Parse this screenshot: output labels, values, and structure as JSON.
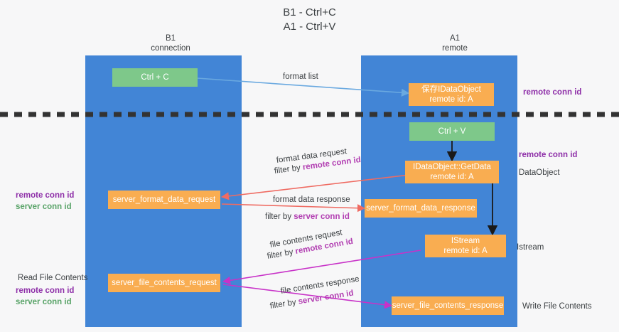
{
  "title": {
    "line1": "B1 - Ctrl+C",
    "line2": "A1 - Ctrl+V"
  },
  "lanes": [
    {
      "id": "b1",
      "line1": "B1",
      "line2": "connection",
      "color": "#4285d6"
    },
    {
      "id": "a1",
      "line1": "A1",
      "line2": "remote",
      "color": "#4285d6"
    }
  ],
  "nodes": {
    "ctrl_c": {
      "label": "Ctrl + C",
      "color": "#7ec88a"
    },
    "ctrl_v": {
      "label": "Ctrl + V",
      "color": "#7ec88a"
    },
    "save_idataobject": {
      "line1": "保存IDataObject",
      "line2": "remote id: A",
      "color": "#f9ad51"
    },
    "idataobject_getdata": {
      "line1": "IDataObject::GetData",
      "line2": "remote id: A",
      "color": "#f9ad51"
    },
    "istream": {
      "line1": "IStream",
      "line2": "remote id: A",
      "color": "#f9ad51"
    },
    "server_format_data_request": {
      "label": "server_format_data_request",
      "color": "#f9ad51"
    },
    "server_format_data_response": {
      "label": "server_format_data_response",
      "color": "#f9ad51"
    },
    "server_file_contents_request": {
      "label": "server_file_contents_request",
      "color": "#f9ad51"
    },
    "server_file_contents_response": {
      "label": "server_file_contents_response",
      "color": "#f9ad51"
    }
  },
  "edge_labels": {
    "format_list": "format list",
    "format_data_request": "format data request",
    "format_data_request_filter_prefix": "filter by ",
    "format_data_request_filter_key": "remote conn id",
    "format_data_response": "format data response",
    "format_data_response_filter_prefix": "filter by ",
    "format_data_response_filter_key": "server conn id",
    "file_contents_request": "file contents request",
    "file_contents_request_filter_prefix": "filter by ",
    "file_contents_request_filter_key": "remote conn id",
    "file_contents_response": "file contents response",
    "file_contents_response_filter_prefix": "filter by ",
    "file_contents_response_filter_key": "server conn id"
  },
  "annotations": {
    "right_remote_conn_id_top": "remote conn id",
    "right_remote_conn_id_mid": "remote conn id",
    "right_dataobject": "DataObject",
    "right_istream": "Istream",
    "right_write_file_contents": "Write File Contents",
    "left_remote_conn_id": "remote conn id",
    "left_server_conn_id": "server conn id",
    "left_read_file_contents": "Read File Contents",
    "left_remote_conn_id_2": "remote conn id",
    "left_server_conn_id_2": "server conn id"
  },
  "colors": {
    "lane": "#4285d6",
    "green_node": "#7ec88a",
    "orange_node": "#f9ad51",
    "purple": "#b23fb2",
    "purple_dark": "#8e2fa8",
    "green_text": "#5aa469",
    "red_arrow": "#ef6b62",
    "blue_arrow": "#6aa9e0",
    "magenta_arrow": "#c832c8",
    "divider": "#333333",
    "background": "#f7f7f8"
  }
}
